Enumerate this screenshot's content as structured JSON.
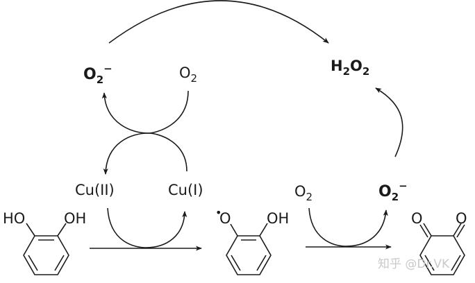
{
  "diagram": {
    "species": {
      "superoxide_left": {
        "base": "O",
        "sub": "2",
        "sup": "−"
      },
      "oxygen_left": {
        "base": "O",
        "sub": "2"
      },
      "hydrogen_peroxide": {
        "h": "H",
        "h_sub": "2",
        "o": "O",
        "o_sub": "2"
      },
      "copper_ii": "Cu(II)",
      "copper_i": "Cu(I)",
      "oxygen_right": {
        "base": "O",
        "sub": "2"
      },
      "superoxide_right": {
        "base": "O",
        "sub": "2",
        "sup": "−"
      }
    },
    "molecules": {
      "catechol": {
        "name": "catechol",
        "left_label": "HO",
        "right_label": "OH"
      },
      "semiquinone": {
        "name": "semiquinone radical",
        "radical": "•",
        "left_label": "O",
        "right_label": "OH"
      },
      "quinone": {
        "name": "o-quinone",
        "left_label": "O",
        "right_label": "O"
      }
    },
    "watermark": "知乎 @Dr.VK"
  },
  "colors": {
    "ink": "#1a1a1a",
    "watermark": "#c9c9c9",
    "background": "#ffffff"
  }
}
